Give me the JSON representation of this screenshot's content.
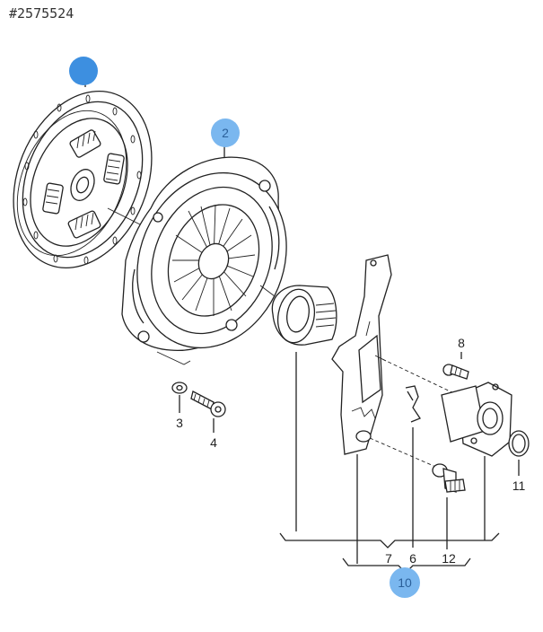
{
  "diagram_id": "#2575524",
  "callouts": {
    "c1": {
      "label": "",
      "color": "#3d8fe0"
    },
    "c2": {
      "label": "2",
      "color": "#7ab7ef"
    },
    "c10": {
      "label": "10",
      "color": "#7ab7ef"
    }
  },
  "labels": {
    "l3": "3",
    "l4": "4",
    "l6": "6",
    "l7": "7",
    "l8": "8",
    "l11": "11",
    "l12": "12"
  }
}
